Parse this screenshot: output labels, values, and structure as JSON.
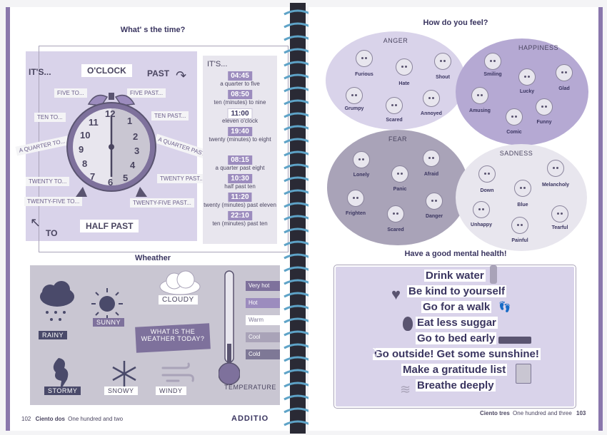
{
  "left_page": {
    "clock_section": {
      "title": "What' s the time?",
      "its_label": "IT'S...",
      "oclock": "O'CLOCK",
      "past": "PAST",
      "to": "TO",
      "half_past": "HALF PAST",
      "left_tags": [
        "FIVE TO...",
        "TEN TO...",
        "A QUARTER TO...",
        "TWENTY TO...",
        "TWENTY-FIVE TO..."
      ],
      "right_tags": [
        "FIVE PAST...",
        "TEN PAST...",
        "A QUARTER PAST...",
        "TWENTY PAST...",
        "TWENTY-FIVE PAST..."
      ],
      "clock_numbers": [
        "12",
        "1",
        "2",
        "3",
        "4",
        "5",
        "6",
        "7",
        "8",
        "9",
        "10",
        "11"
      ],
      "panel_title": "IT'S...",
      "times": [
        {
          "time": "04:45",
          "text": "a quarter to five"
        },
        {
          "time": "08:50",
          "text": "ten (minutes) to nine"
        },
        {
          "time": "11:00",
          "text": "eleven o'clock"
        },
        {
          "time": "19:40",
          "text": "twenty (minutes) to eight"
        },
        {
          "time": "08:15",
          "text": "a quarter past eight"
        },
        {
          "time": "10:30",
          "text": "half past ten"
        },
        {
          "time": "11:20",
          "text": "twenty (minutes) past eleven"
        },
        {
          "time": "22:10",
          "text": "ten (minutes) past ten"
        }
      ]
    },
    "weather_section": {
      "title": "Wheather",
      "items": {
        "rainy": "RAINY",
        "sunny": "SUNNY",
        "cloudy": "CLOUDY",
        "stormy": "STORMY",
        "snowy": "SNOWY",
        "windy": "WINDY"
      },
      "question": "WHAT IS THE WEATHER TODAY?",
      "temperature": "TEMPERATURE",
      "thermo_levels": [
        "Very hot",
        "Hot",
        "Warm",
        "Cool",
        "Cold"
      ]
    },
    "footer": {
      "page_number": "102",
      "spanish": "Ciento dos",
      "english": "One hundred and two",
      "brand": "ADDITIO"
    }
  },
  "right_page": {
    "feelings_section": {
      "title": "How do you feel?",
      "groups": {
        "anger": {
          "title": "ANGER",
          "faces": [
            "Furious",
            "Hate",
            "Shout",
            "Grumpy",
            "Scared",
            "Annoyed"
          ]
        },
        "happiness": {
          "title": "HAPPINESS",
          "faces": [
            "Smiling",
            "Lucky",
            "Glad",
            "Amusing",
            "Funny",
            "Comic"
          ]
        },
        "fear": {
          "title": "FEAR",
          "faces": [
            "Lonely",
            "Panic",
            "Afraid",
            "Frighten",
            "Scared",
            "Danger"
          ]
        },
        "sadness": {
          "title": "SADNESS",
          "faces": [
            "Down",
            "Blue",
            "Melancholy",
            "Unhappy",
            "Tearful",
            "Painful"
          ]
        }
      }
    },
    "mental_health": {
      "title": "Have a good mental health!",
      "habits": [
        "Drink water",
        "Be kind to yourself",
        "Go for a walk",
        "Eat less suggar",
        "Go to bed early",
        "Go outside! Get some sunshine!",
        "Make a gratitude list",
        "Breathe deeply"
      ]
    },
    "footer": {
      "spanish": "Ciento tres",
      "english": "One hundred and three",
      "page_number": "103"
    }
  },
  "colors": {
    "purple_dark": "#8a77ac",
    "purple_mid": "#9c8cbe",
    "lavender": "#d9d3ea",
    "grey_panel": "#c9c6d2",
    "ink": "#3a3560"
  }
}
